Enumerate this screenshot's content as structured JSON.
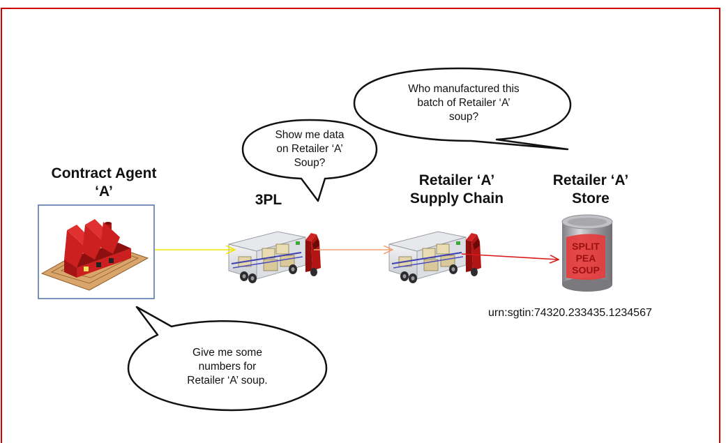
{
  "colors": {
    "frame_border": "#d40000",
    "arrow_1": "#f2e600",
    "arrow_2": "#f0a070",
    "arrow_3": "#d81a1a",
    "factory": "#cc1f1f",
    "truck_cab": "#b31414",
    "can": "#9e9ea2",
    "can_label": "#e63c3c"
  },
  "nodes": {
    "contract_agent": {
      "label_line1": "Contract Agent",
      "label_line2": "‘A’",
      "icon": "factory-icon"
    },
    "three_pl": {
      "label": "3PL",
      "icon": "truck-icon"
    },
    "supply_chain": {
      "label_line1": "Retailer ‘A’",
      "label_line2": "Supply Chain",
      "icon": "truck-icon"
    },
    "store": {
      "label_line1": "Retailer ‘A’",
      "label_line2": "Store",
      "icon": "soup-can-icon"
    }
  },
  "soup_can": {
    "line1": "SPLIT",
    "line2": "PEA",
    "line3": "SOUP"
  },
  "urn": "urn:sgtin:74320.233435.1234567",
  "bubbles": {
    "store_question": {
      "line1": "Who manufactured this",
      "line2": "batch of Retailer ‘A’",
      "line3": "soup?"
    },
    "three_pl_question": {
      "line1": "Show me data",
      "line2": "on Retailer ‘A’",
      "line3": "Soup?"
    },
    "agent_request": {
      "line1": "Give me some",
      "line2": "numbers for",
      "line3": "Retailer ‘A’ soup."
    }
  }
}
